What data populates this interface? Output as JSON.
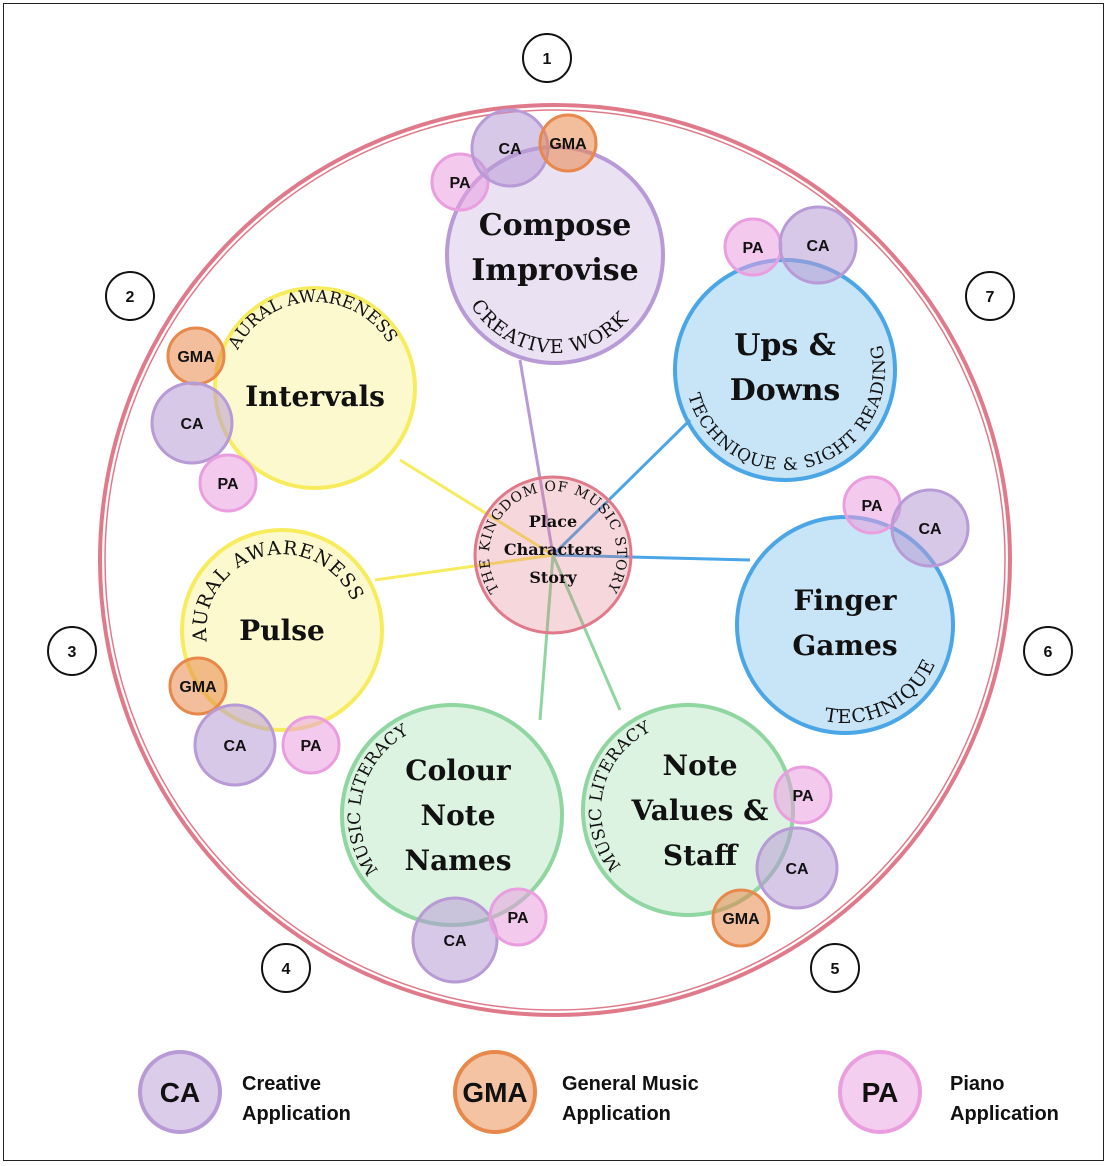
{
  "colors": {
    "outer_ring": "#e07a8a",
    "purple": "#b89ad6",
    "orange": "#e8884a",
    "pink": "#ea9ee0",
    "yellow": "#f7ec5e",
    "blue": "#4aa6e6",
    "green": "#8fd6a0",
    "center": "#f3b8c8"
  },
  "center": {
    "arc_label": "THE KINGDOM OF MUSIC STORY",
    "lines": [
      "Place",
      "Characters",
      "Story"
    ]
  },
  "numbers": [
    "1",
    "2",
    "3",
    "4",
    "5",
    "6",
    "7"
  ],
  "modules": [
    {
      "id": "compose",
      "title_lines": [
        "Compose",
        "Improvise"
      ],
      "arc_label": "CREATIVE WORK",
      "color": "purple",
      "badges": [
        "PA",
        "CA",
        "GMA"
      ]
    },
    {
      "id": "ups-downs",
      "title_lines": [
        "Ups &",
        "Downs"
      ],
      "arc_label": "TECHNIQUE & SIGHT READING",
      "color": "blue",
      "badges": [
        "PA",
        "CA"
      ]
    },
    {
      "id": "intervals",
      "title_lines": [
        "Intervals"
      ],
      "arc_label": "AURAL AWARENESS",
      "color": "yellow",
      "badges": [
        "GMA",
        "CA",
        "PA"
      ]
    },
    {
      "id": "pulse",
      "title_lines": [
        "Pulse"
      ],
      "arc_label": "AURAL AWARENESS",
      "color": "yellow",
      "badges": [
        "GMA",
        "CA",
        "PA"
      ]
    },
    {
      "id": "finger-games",
      "title_lines": [
        "Finger",
        "Games"
      ],
      "arc_label": "TECHNIQUE",
      "color": "blue",
      "badges": [
        "PA",
        "CA"
      ]
    },
    {
      "id": "colour-note-names",
      "title_lines": [
        "Colour",
        "Note",
        "Names"
      ],
      "arc_label": "MUSIC LITERACY",
      "color": "green",
      "badges": [
        "CA",
        "PA"
      ]
    },
    {
      "id": "note-values-staff",
      "title_lines": [
        "Note",
        "Values &",
        "Staff"
      ],
      "arc_label": "MUSIC LITERACY",
      "color": "green",
      "badges": [
        "PA",
        "CA",
        "GMA"
      ]
    }
  ],
  "legend": [
    {
      "badge": "CA",
      "color": "purple",
      "lines": [
        "Creative",
        "Application"
      ]
    },
    {
      "badge": "GMA",
      "color": "orange",
      "lines": [
        "General Music",
        "Application"
      ]
    },
    {
      "badge": "PA",
      "color": "pink",
      "lines": [
        "Piano",
        "Application"
      ]
    }
  ]
}
